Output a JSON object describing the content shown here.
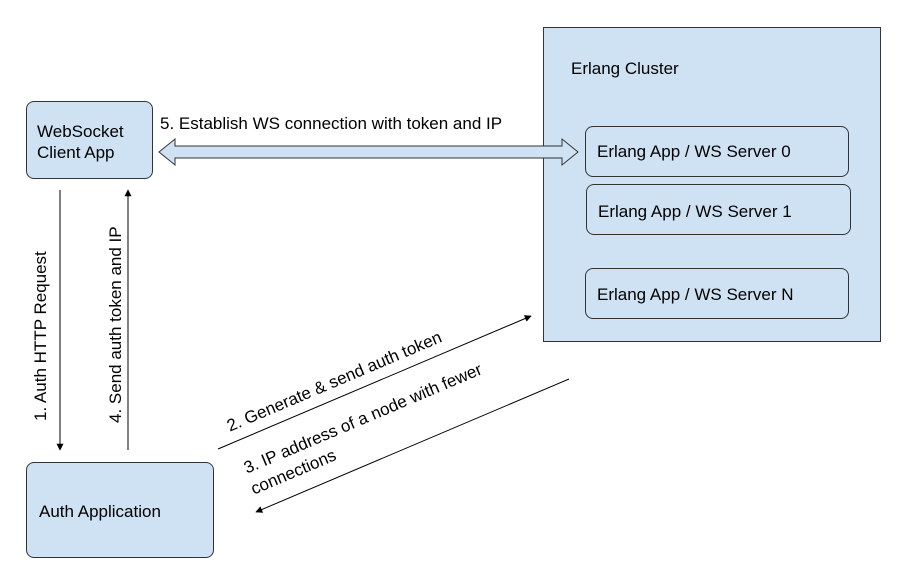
{
  "cluster": {
    "title": "Erlang Cluster",
    "servers": [
      "Erlang App / WS Server 0",
      "Erlang App / WS Server 1",
      "Erlang App / WS Server N"
    ]
  },
  "client": {
    "line1": "WebSocket",
    "line2": "Client App"
  },
  "auth": {
    "label": "Auth Application"
  },
  "arrows": {
    "step1": "1. Auth HTTP Request",
    "step2": "2. Generate & send auth token",
    "step3_line1": "3. IP address of a node with fewer",
    "step3_line2": "connections",
    "step4": "4. Send auth token and IP",
    "step5": "5. Establish WS connection with token and IP"
  },
  "colors": {
    "box_fill": "#cfe2f3",
    "border": "#333333"
  }
}
